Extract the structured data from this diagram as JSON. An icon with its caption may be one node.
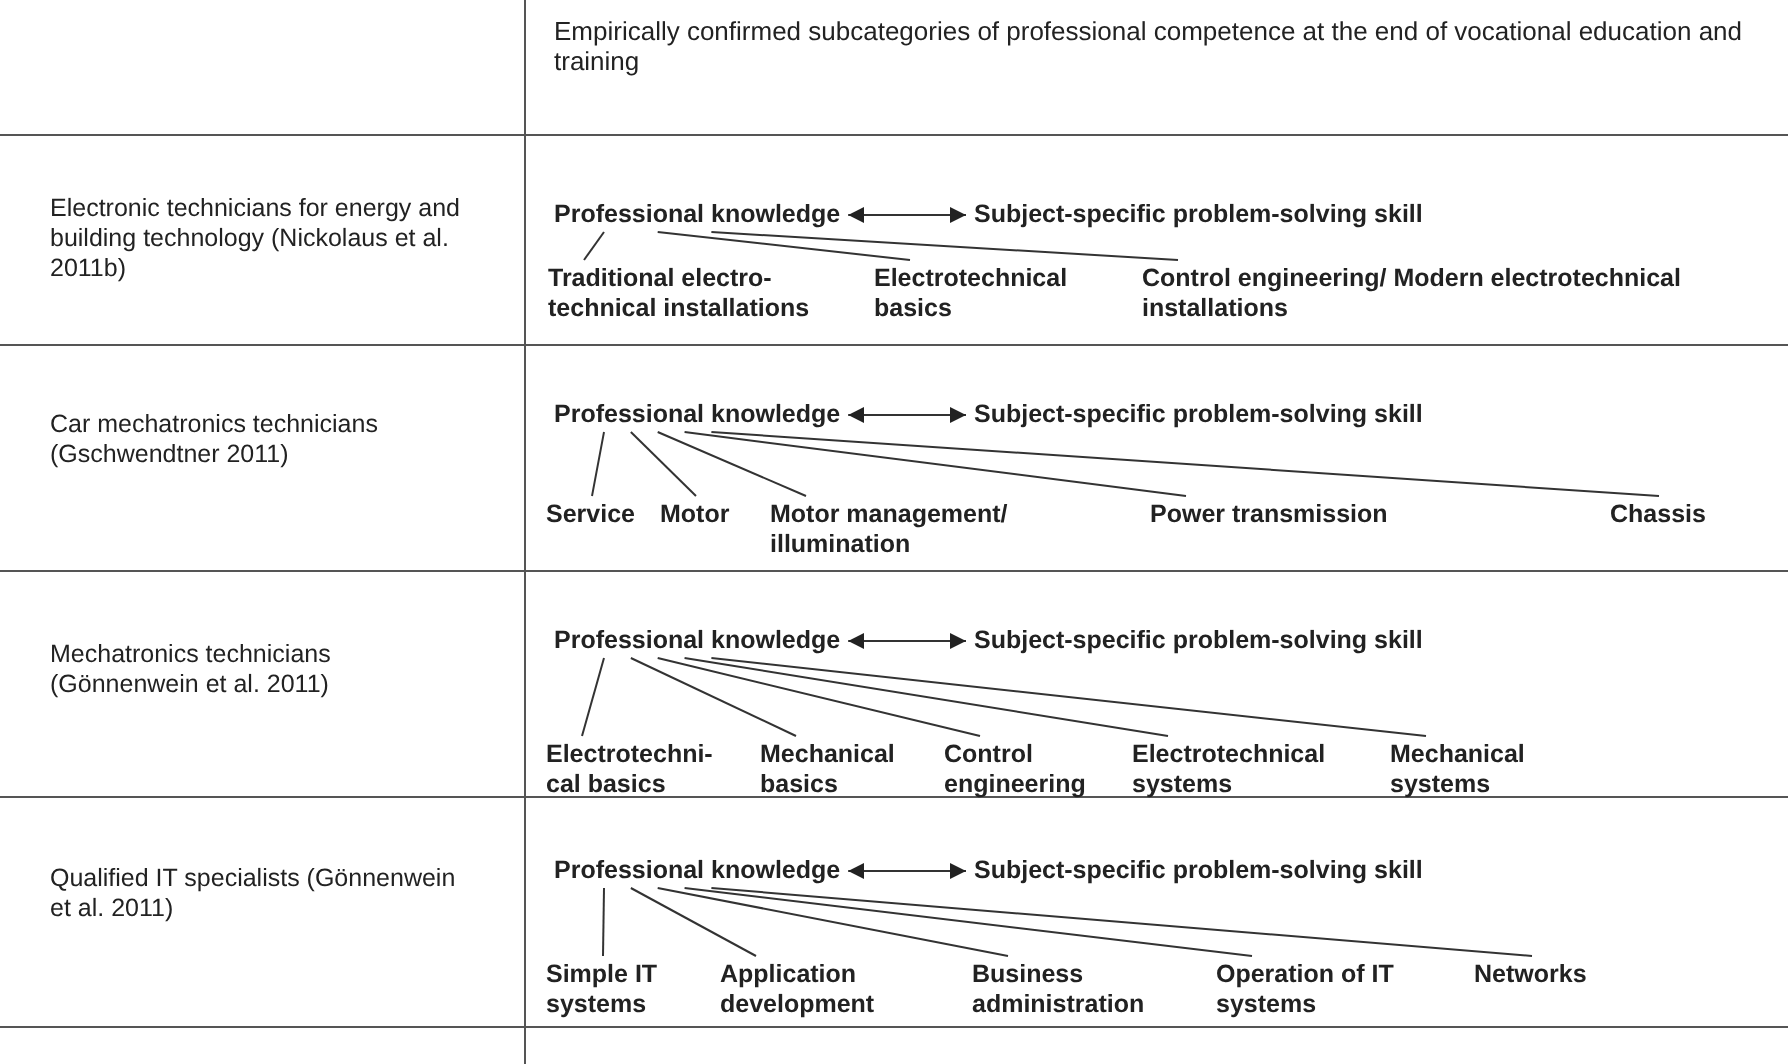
{
  "diagram": {
    "nodes": [
      {
        "text": [
          "Professional knowledge"
        ]
      },
      {
        "text": [
          "Subject-specific problem-solving skill"
        ]
      },
      {
        "text": [
          "Traditional electro-technical installations"
        ]
      },
      {
        "text": [
          "Electrotechnical basics"
        ]
      },
      {
        "text": [
          "Control engineering/ Modern electrotechnical installations"
        ]
      },
      {
        "text": [
          "Professional knowledge"
        ]
      },
      {
        "text": [
          "Subject-specific problem-solving skill"
        ]
      },
      {
        "text": [
          "Service"
        ]
      },
      {
        "text": [
          "Motor"
        ]
      },
      {
        "text": [
          "Motor management/ illumination"
        ]
      },
      {
        "text": [
          "Power transmission"
        ]
      },
      {
        "text": [
          "Chassis"
        ]
      },
      {
        "text": [
          "Professional knowledge"
        ]
      },
      {
        "text": [
          "Subject-specific problem-solving skill"
        ]
      },
      {
        "text": [
          "Electrotechni-cal basics"
        ]
      },
      {
        "text": [
          "Mechanical basics"
        ]
      },
      {
        "text": [
          "Control engineering"
        ]
      },
      {
        "text": [
          "Electrotechnical systems"
        ]
      },
      {
        "text": [
          "Mechanical systems"
        ]
      },
      {
        "text": [
          "Professional knowledge"
        ]
      },
      {
        "text": [
          "Subject-specific problem-solving skill"
        ]
      },
      {
        "text": [
          "Simple IT systems"
        ]
      },
      {
        "text": [
          "Application development"
        ]
      },
      {
        "text": [
          "Business administration"
        ]
      },
      {
        "text": [
          "Operation of IT systems"
        ]
      },
      {
        "text": [
          "Networks"
        ]
      }
    ],
    "edges": [
      {
        "from": 0,
        "to": 1,
        "arrow": "both"
      },
      {
        "from": 0,
        "to": 2,
        "arrow": "none"
      },
      {
        "from": 0,
        "to": 3,
        "arrow": "none"
      },
      {
        "from": 0,
        "to": 4,
        "arrow": "none"
      },
      {
        "from": 5,
        "to": 6,
        "arrow": "both"
      },
      {
        "from": 5,
        "to": 7,
        "arrow": "none"
      },
      {
        "from": 5,
        "to": 8,
        "arrow": "none"
      },
      {
        "from": 5,
        "to": 9,
        "arrow": "none"
      },
      {
        "from": 5,
        "to": 10,
        "arrow": "none"
      },
      {
        "from": 5,
        "to": 11,
        "arrow": "none"
      },
      {
        "from": 12,
        "to": 13,
        "arrow": "both"
      },
      {
        "from": 12,
        "to": 14,
        "arrow": "none"
      },
      {
        "from": 12,
        "to": 15,
        "arrow": "none"
      },
      {
        "from": 12,
        "to": 16,
        "arrow": "none"
      },
      {
        "from": 12,
        "to": 17,
        "arrow": "none"
      },
      {
        "from": 12,
        "to": 18,
        "arrow": "none"
      },
      {
        "from": 19,
        "to": 20,
        "arrow": "both"
      },
      {
        "from": 19,
        "to": 21,
        "arrow": "none"
      },
      {
        "from": 19,
        "to": 22,
        "arrow": "none"
      },
      {
        "from": 19,
        "to": 23,
        "arrow": "none"
      },
      {
        "from": 19,
        "to": 24,
        "arrow": "none"
      },
      {
        "from": 19,
        "to": 25,
        "arrow": "none"
      }
    ],
    "labels": [
      "Empirically confirmed subcategories of professional competence at the end of vocational education and training",
      "Electronic technicians for energy and building technology (Nickolaus et al. 2011b)",
      "Car mechatronics technicians (Gschwendtner 2011)",
      "Mechatronics technicians (Gönnenwein et al. 2011)",
      "Qualified IT specialists (Gönnenwein et al. 2011)"
    ]
  }
}
